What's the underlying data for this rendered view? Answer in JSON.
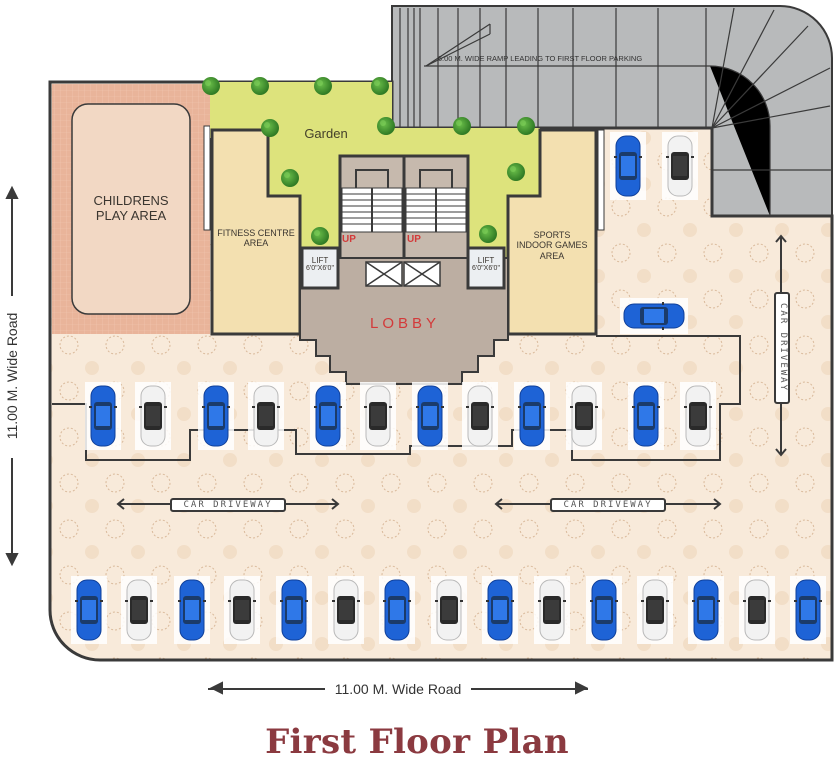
{
  "title": "First Floor Plan",
  "colors": {
    "title": "#8b3a40",
    "garden": "#dde37c",
    "play_border": "#e6ad92",
    "play_inner": "#f2d8c4",
    "room": "#f3e0b0",
    "lobby": "#bcaea2",
    "ramp": "#b8babb",
    "paving": "#f8eada",
    "car_blue": "#1e63d6",
    "car_white": "#f2f2f2",
    "lobby_text": "#d33a3a",
    "tree": "#3f8f2f"
  },
  "roads": {
    "bottom": "11.00 M. Wide Road",
    "left": "11.00 M. Wide Road"
  },
  "rooms": {
    "play_area": [
      "CHILDRENS",
      "PLAY AREA"
    ],
    "garden": "Garden",
    "fitness": [
      "FITNESS CENTRE",
      "AREA"
    ],
    "sports": [
      "SPORTS",
      "INDOOR GAMES",
      "AREA"
    ],
    "lobby": "LOBBY",
    "lift_left": [
      "LIFT",
      "6'0\"X6'0\""
    ],
    "lift_right": [
      "LIFT",
      "6'0\"X6'0\""
    ],
    "stair_up_left": "UP",
    "stair_up_right": "UP"
  },
  "ramp": {
    "label": "6.00 M. WIDE RAMP LEADING TO FIRST FLOOR PARKING"
  },
  "driveways": {
    "left": "CAR DRIVEWAY",
    "right": "CAR DRIVEWAY",
    "vertical": "CAR DRIVEWAY"
  },
  "parking": {
    "middle_row": [
      "blue",
      "white",
      "blue",
      "white",
      "blue",
      "white",
      "blue",
      "white",
      "blue",
      "white",
      "blue",
      "white"
    ],
    "bottom_row": [
      "blue",
      "white",
      "blue",
      "white",
      "blue",
      "white",
      "blue",
      "white",
      "blue",
      "white",
      "blue",
      "white",
      "blue",
      "white",
      "blue"
    ],
    "top_right": [
      "blue",
      "white"
    ],
    "side_car": "blue",
    "total_visible_cars": 30
  }
}
